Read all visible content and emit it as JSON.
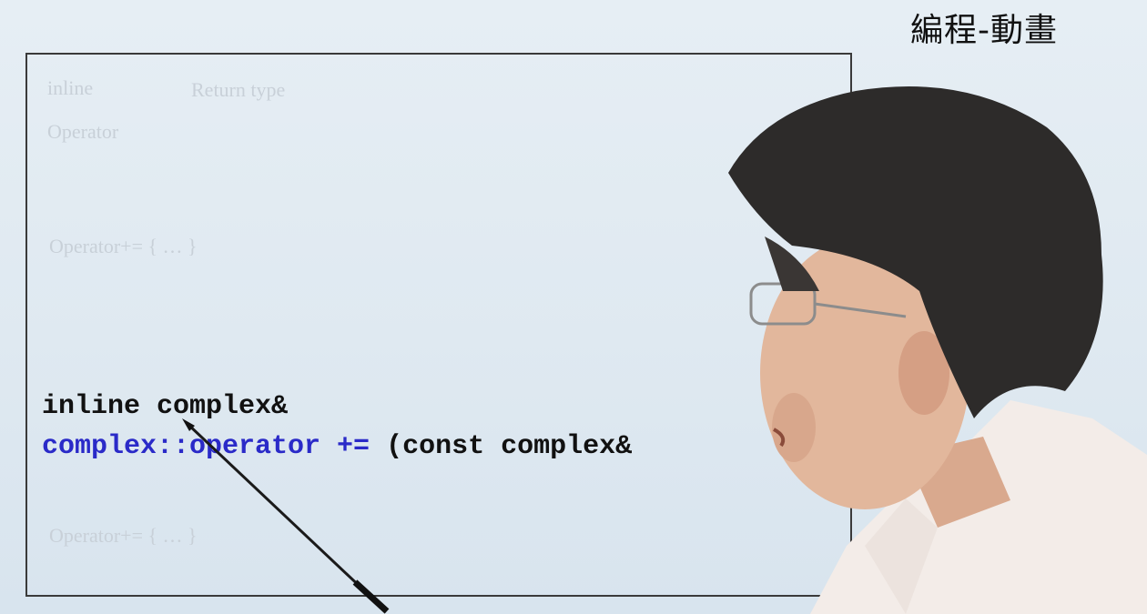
{
  "header": {
    "title": "編程-動畫"
  },
  "slide": {
    "faint_labels": {
      "inline": "inline",
      "return_type": "Return type",
      "operator_1": "Operator",
      "operator_2": "Operator+= { … }",
      "operator_3": "Operator+= { … }"
    },
    "code": {
      "line1": "inline complex&",
      "line2_blue": "complex::operator +=",
      "line2_black": " (const complex&"
    }
  },
  "colors": {
    "code_blue": "#2a2ac8",
    "code_black": "#111111",
    "faint_text": "#c8d0d8"
  }
}
